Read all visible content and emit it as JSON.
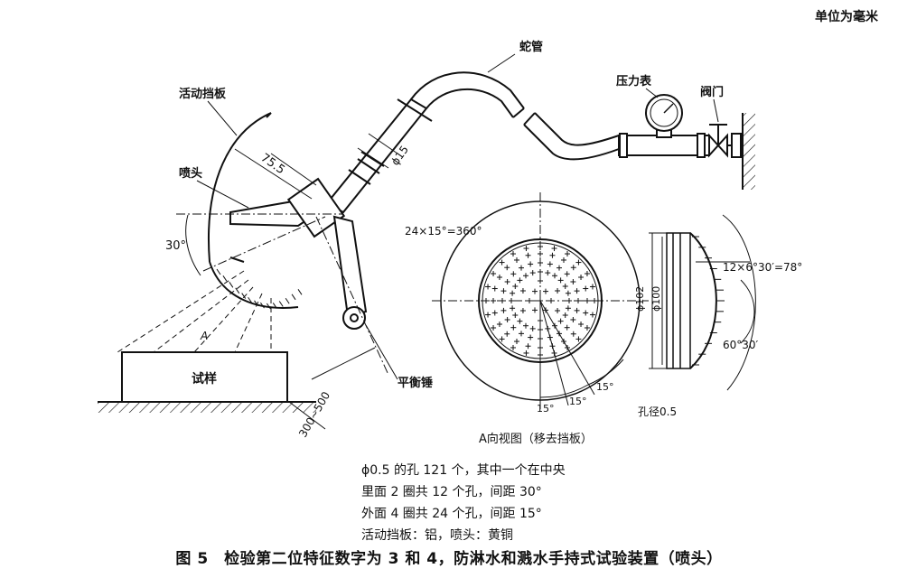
{
  "unit_label": "单位为毫米",
  "labels": {
    "hose": "蛇管",
    "pressure_gauge": "压力表",
    "valve": "阀门",
    "movable_shield": "活动挡板",
    "spray_nozzle": "喷头",
    "dim_75_5": "75.5",
    "dim_d15": "ϕ15",
    "angle_30": "30°",
    "sample": "试样",
    "counterweight": "平衡锤",
    "arrow_a": "A",
    "dist_300_500": "300~500",
    "holes_angle": "24×15°=360°",
    "dim_d102": "ϕ102",
    "dim_d100": "ϕ100",
    "arc_angle": "12×6°30′=78°",
    "angle_60_30": "60°30′",
    "hole_dia": "孔径0.5",
    "ang15_a": "15°",
    "ang15_b": "15°",
    "ang15_c": "15°",
    "view_title": "A向视图（移去挡板）"
  },
  "notes": [
    "ϕ0.5 的孔 121 个，其中一个在中央",
    "里面 2 圈共 12 个孔，间距 30°",
    "外面 4 圈共 24 个孔，间距 15°",
    "活动挡板：铝，喷头：黄铜"
  ],
  "caption": "图 5　检验第二位特征数字为 3 和 4，防淋水和溅水手持式试验装置（喷头）"
}
